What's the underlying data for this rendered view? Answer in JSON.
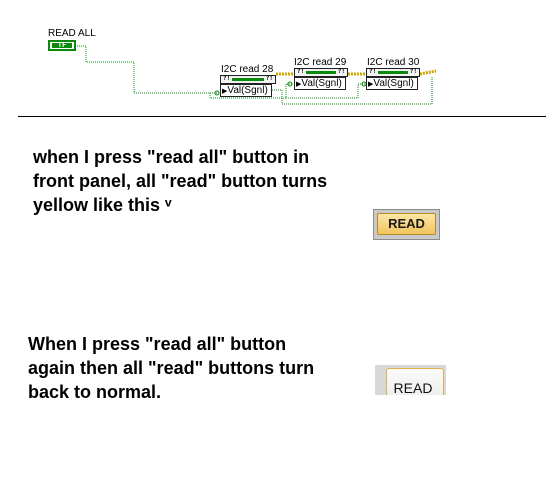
{
  "diagram": {
    "read_all_label": "READ ALL",
    "tf_text": "TF",
    "nodes": [
      {
        "title": "I2C read 28",
        "value_label": "Val(Sgnl)",
        "io_left": "?!",
        "io_right": "?!"
      },
      {
        "title": "I2C read 29",
        "value_label": "Val(Sgnl)",
        "io_left": "?!",
        "io_right": "?!"
      },
      {
        "title": "I2C read 30",
        "value_label": "Val(Sgnl)",
        "io_left": "?!",
        "io_right": "?!"
      }
    ],
    "wire_color": "#0a8a0a",
    "error_wire_color": "#c8a800"
  },
  "notes": {
    "first": [
      "when I press \"read all\" button in",
      "front panel, all \"read\" button turns",
      "yellow like this ᵛ"
    ],
    "second": [
      "When I press \"read all\" button",
      "again then all \"read\" buttons turn",
      "back to normal."
    ]
  },
  "buttons": {
    "active_label": "READ",
    "normal_label": "READ",
    "active_color": "#f0c45c"
  }
}
